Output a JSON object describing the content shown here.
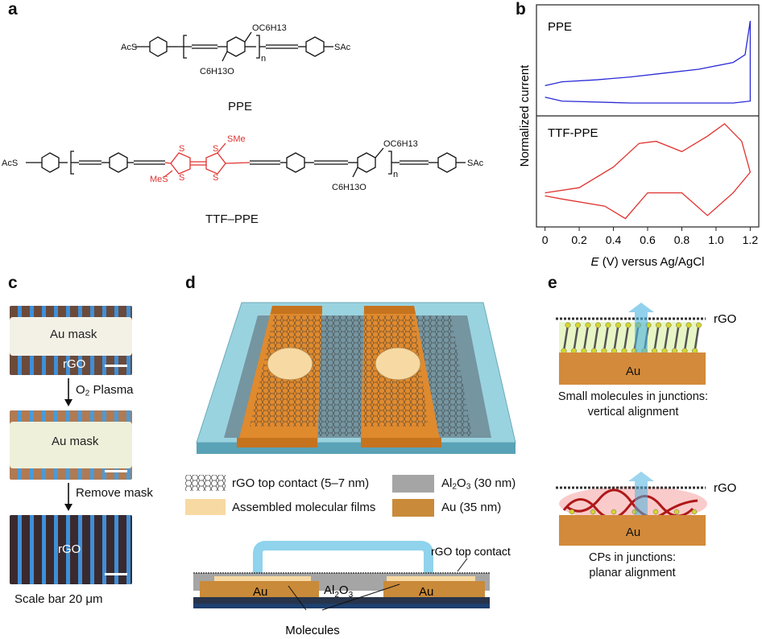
{
  "panels": {
    "a": {
      "label": "a",
      "ppe_name": "PPE",
      "ttf_name": "TTF–PPE",
      "groups": {
        "acs": "AcS",
        "sac": "SAc",
        "oc6h13_top": "OC6H13",
        "c6h13o_bottom": "C6H13O",
        "n": "n",
        "sme": "SMe",
        "mes": "MeS",
        "s": "S"
      }
    },
    "b": {
      "label": "b",
      "xlabel": "E (V) versus Ag/AgCl",
      "ylabel": "Normalized current",
      "ppe_label": "PPE",
      "ttf_label": "TTF-PPE",
      "xticks": [
        "0",
        "0.2",
        "0.4",
        "0.6",
        "0.8",
        "1.0",
        "1.2"
      ]
    },
    "c": {
      "label": "c",
      "mask_text_1": "Au mask",
      "rgo_text_1": "rGO",
      "step_1": "O2 Plasma",
      "mask_text_2": "Au mask",
      "step_2": "Remove mask",
      "rgo_text_3": "rGO",
      "scale_bar": "Scale bar 20 μm"
    },
    "d": {
      "label": "d",
      "legend": {
        "rgo": "rGO top contact (5–7 nm)",
        "al2o3": "Al2O3 (30 nm)",
        "films": "Assembled molecular films",
        "au": "Au (35 nm)"
      },
      "cross_section": {
        "top_contact": "rGO top contact",
        "au_left": "Au",
        "al2o3": "Al2O3",
        "au_right": "Au",
        "molecules": "Molecules"
      },
      "colors": {
        "au": "#e08a2e",
        "glass": "#9ad3e0",
        "oxide": "#6f8a94",
        "film": "#f7d9a3",
        "rgo_bridge": "#8fd3ec"
      }
    },
    "e": {
      "label": "e",
      "top": {
        "rgo": "rGO",
        "au": "Au",
        "caption_1": "Small molecules in junctions:",
        "caption_2": "vertical alignment"
      },
      "bottom": {
        "rgo": "rGO",
        "au": "Au",
        "caption_1": "CPs in junctions:",
        "caption_2": "planar alignment"
      }
    }
  },
  "chart_data": [
    {
      "type": "line",
      "title": "",
      "series": [
        {
          "name": "PPE"
        }
      ],
      "x": [
        0,
        0.1,
        0.3,
        0.5,
        0.7,
        0.9,
        1.1,
        1.17,
        1.2,
        1.2,
        1.1,
        0.9,
        0.5,
        0.1,
        0
      ],
      "y_normalized": [
        0.28,
        0.32,
        0.34,
        0.37,
        0.41,
        0.45,
        0.52,
        0.6,
        0.95,
        0.12,
        0.1,
        0.1,
        0.1,
        0.12,
        0.16
      ],
      "xlabel": "E (V) versus Ag/AgCl",
      "ylabel": "Normalized current",
      "xlim": [
        -0.05,
        1.25
      ]
    },
    {
      "type": "line",
      "series": [
        {
          "name": "TTF-PPE"
        }
      ],
      "x": [
        0,
        0.2,
        0.4,
        0.55,
        0.65,
        0.8,
        0.95,
        1.05,
        1.15,
        1.2,
        1.1,
        0.95,
        0.8,
        0.6,
        0.47,
        0.35,
        0.1,
        0
      ],
      "y_normalized": [
        0.3,
        0.35,
        0.55,
        0.78,
        0.8,
        0.7,
        0.85,
        0.97,
        0.8,
        0.5,
        0.3,
        0.08,
        0.3,
        0.3,
        0.05,
        0.17,
        0.24,
        0.27
      ],
      "xticks": [
        "0",
        "0.2",
        "0.4",
        "0.6",
        "0.8",
        "1.0",
        "1.2"
      ],
      "xlim": [
        -0.05,
        1.25
      ]
    }
  ]
}
